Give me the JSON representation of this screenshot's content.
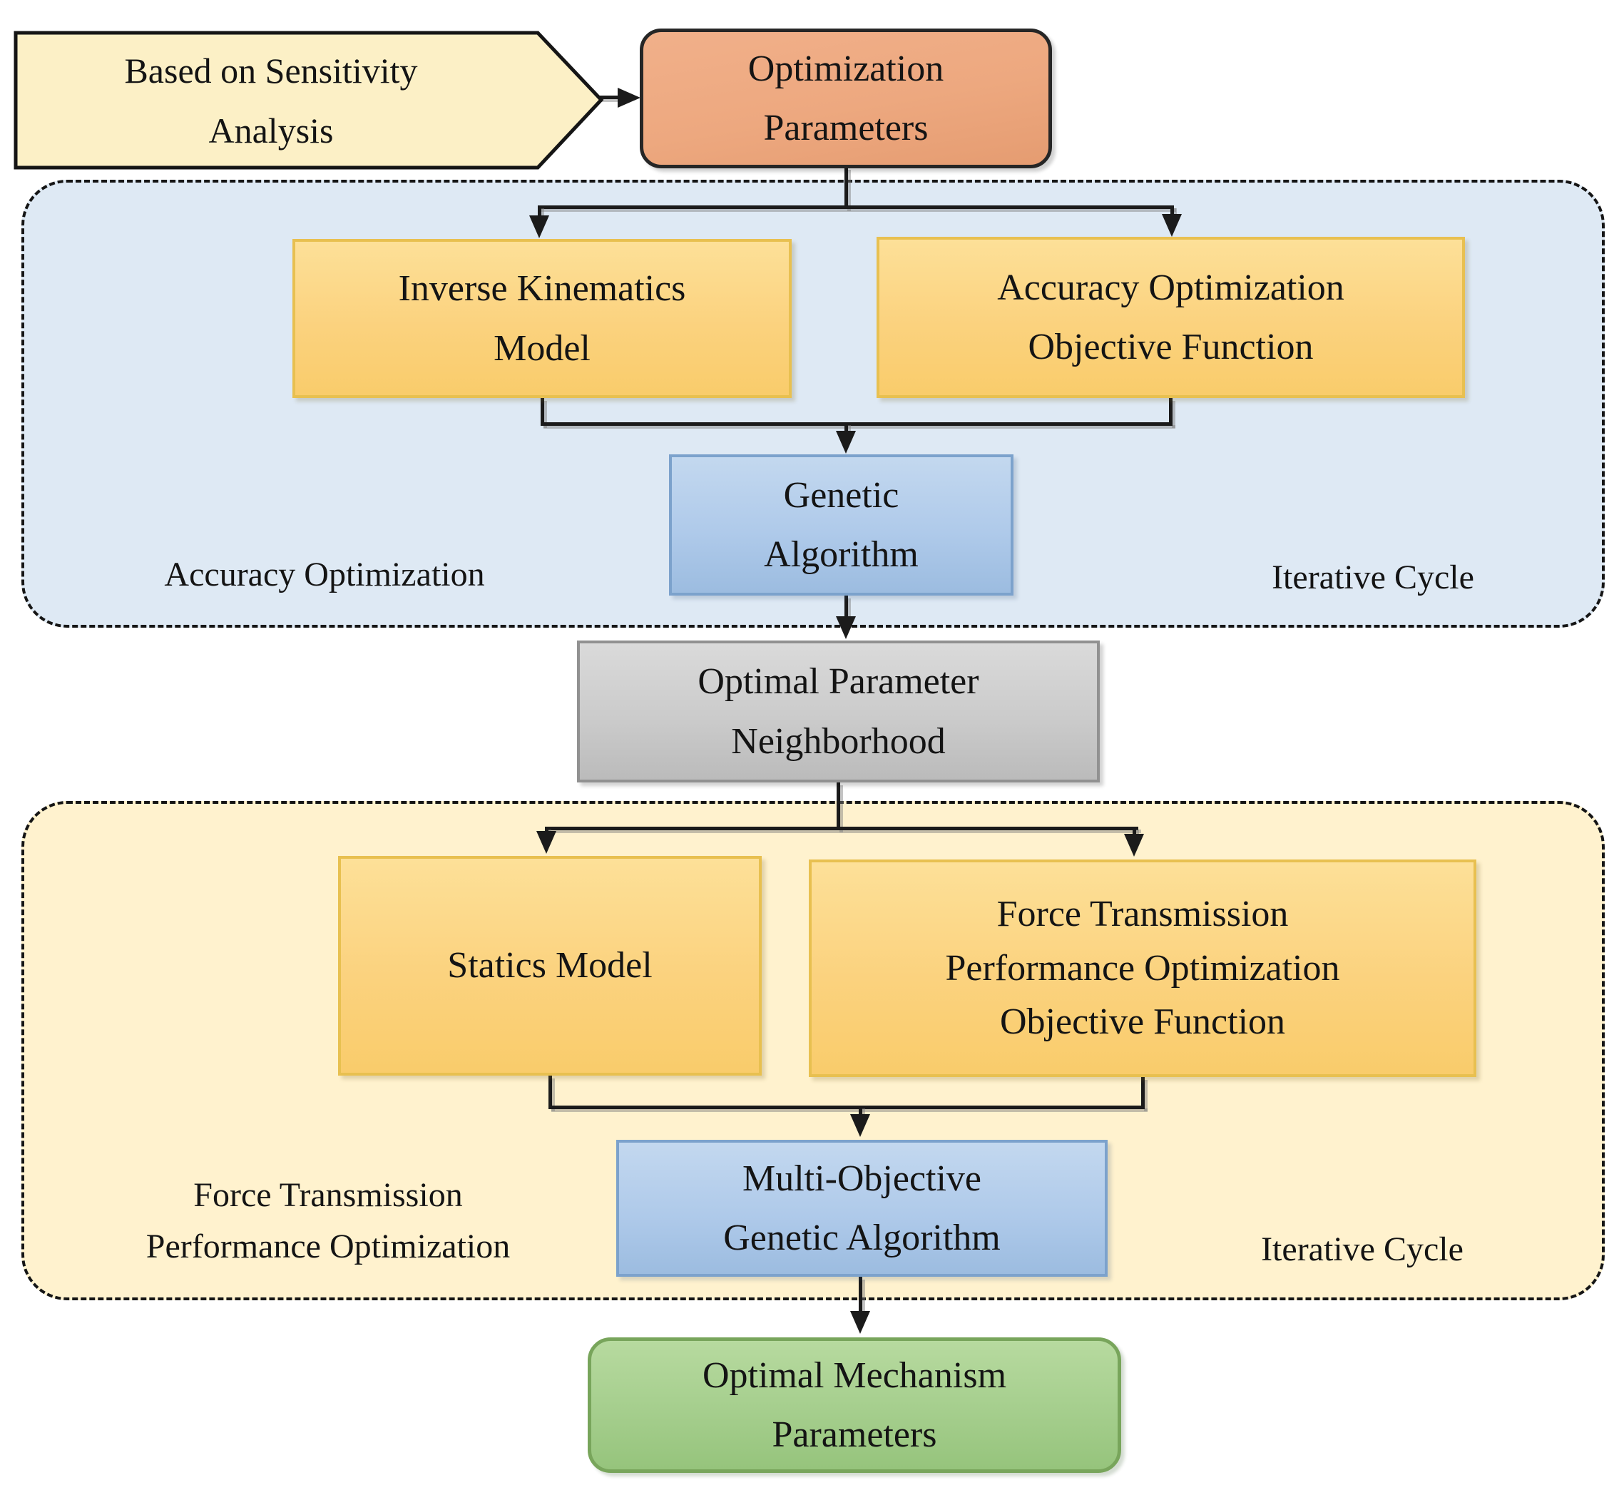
{
  "diagram": {
    "source_note": {
      "lines": [
        "Based on Sensitivity",
        "Analysis"
      ]
    },
    "optimization_parameters": {
      "lines": [
        "Optimization",
        "Parameters"
      ]
    },
    "accuracy_region": {
      "label_left": "Accuracy Optimization",
      "label_right": "Iterative Cycle",
      "inverse_kinematics_model": {
        "lines": [
          "Inverse Kinematics",
          "Model"
        ]
      },
      "accuracy_objective": {
        "lines": [
          "Accuracy Optimization",
          "Objective Function"
        ]
      },
      "genetic_algorithm": {
        "lines": [
          "Genetic",
          "Algorithm"
        ]
      }
    },
    "optimal_parameter_neighborhood": {
      "lines": [
        "Optimal Parameter",
        "Neighborhood"
      ]
    },
    "force_region": {
      "label_left_lines": [
        "Force Transmission",
        "Performance Optimization"
      ],
      "label_right": "Iterative Cycle",
      "statics_model": {
        "lines": [
          "Statics Model"
        ]
      },
      "force_objective": {
        "lines": [
          "Force Transmission",
          "Performance Optimization",
          "Objective Function"
        ]
      },
      "multi_objective_genetic_algorithm": {
        "lines": [
          "Multi-Objective",
          "Genetic Algorithm"
        ]
      }
    },
    "optimal_mechanism_parameters": {
      "lines": [
        "Optimal Mechanism",
        "Parameters"
      ]
    }
  },
  "colors": {
    "source_note_fill": "#FCF0C6",
    "optimization_parameters_fill": "#EDA87F",
    "process_box_fill": "#FBD27E",
    "process_box_border": "#E8C050",
    "algorithm_box_fill": "#AFCAEA",
    "algorithm_box_border": "#7CA2CC",
    "accuracy_region_fill": "#DEE9F4",
    "force_region_fill": "#FFF2CE",
    "neighborhood_fill": "#CBCBCB",
    "result_fill": "#A5CE8D",
    "result_border": "#78A55B",
    "connector": "#1B1B1B"
  }
}
